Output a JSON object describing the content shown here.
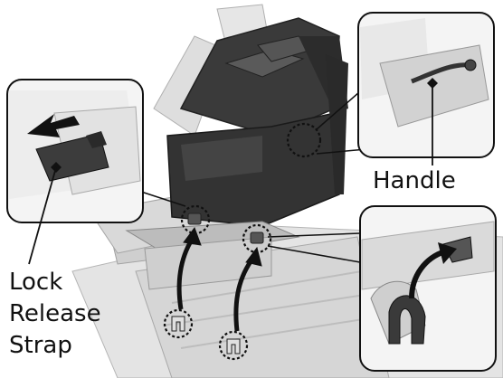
{
  "labels": {
    "handle": "Handle",
    "lock_release_strap": [
      "Lock",
      "Release",
      "Strap"
    ]
  },
  "colors": {
    "ink": "#111111",
    "seat_dark": "#3a3a3a",
    "seat_mid": "#5a5a5a",
    "floor_light": "#dcdcdc",
    "callout_fill": "#f2f2f2"
  }
}
